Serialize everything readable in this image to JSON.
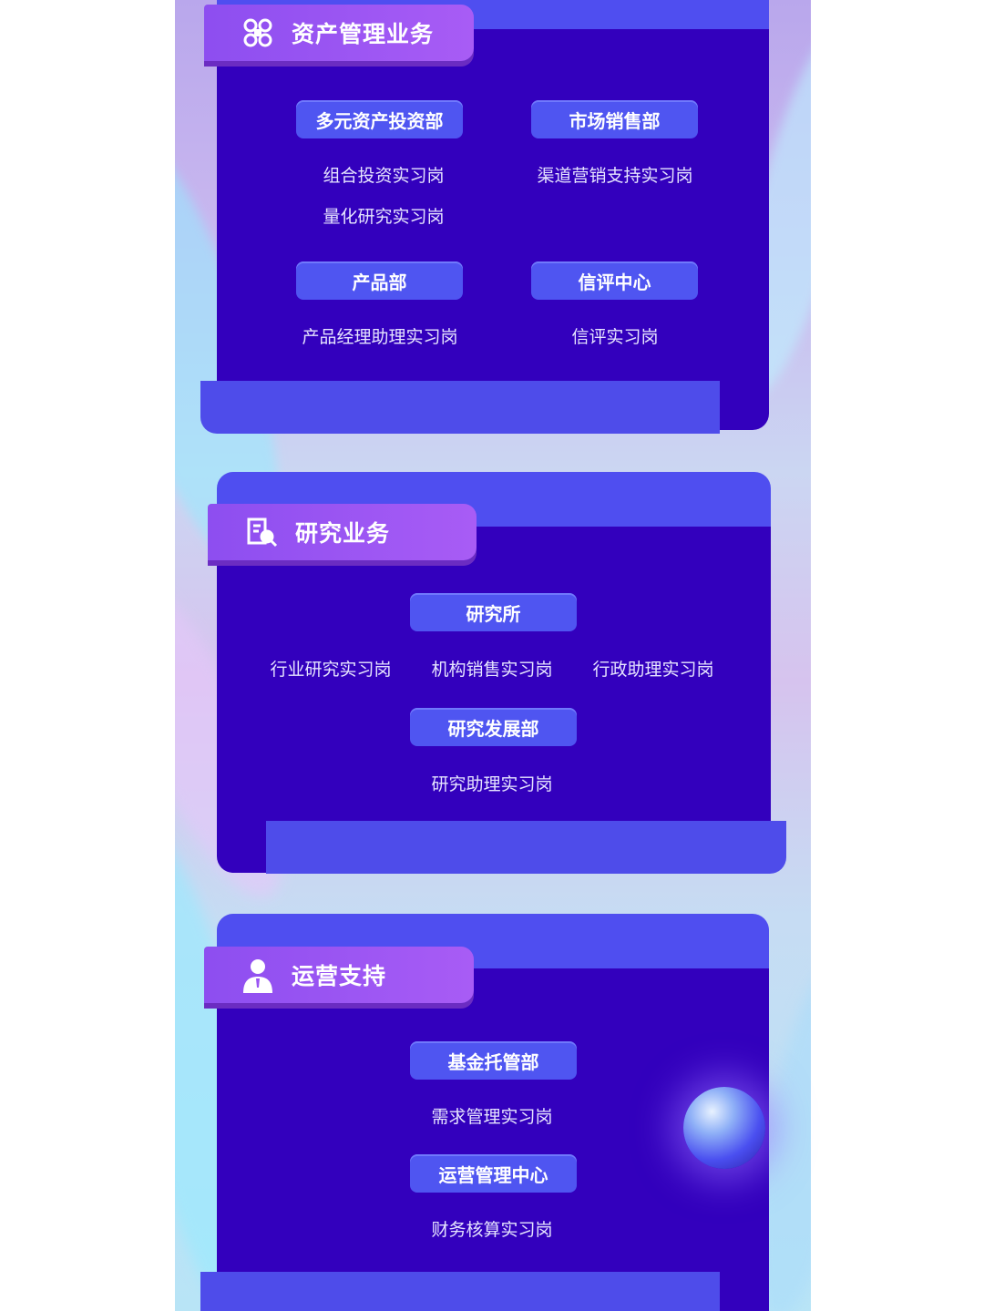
{
  "sections": [
    {
      "title": "资产管理业务",
      "icon": "grid-command-icon",
      "departments": [
        {
          "name": "多元资产投资部",
          "jobs": [
            "组合投资实习岗",
            "量化研究实习岗"
          ]
        },
        {
          "name": "市场销售部",
          "jobs": [
            "渠道营销支持实习岗"
          ]
        },
        {
          "name": "产品部",
          "jobs": [
            "产品经理助理实习岗"
          ]
        },
        {
          "name": "信评中心",
          "jobs": [
            "信评实习岗"
          ]
        }
      ]
    },
    {
      "title": "研究业务",
      "icon": "document-search-icon",
      "departments": [
        {
          "name": "研究所",
          "jobs": [
            "行业研究实习岗",
            "机构销售实习岗",
            "行政助理实习岗"
          ]
        },
        {
          "name": "研究发展部",
          "jobs": [
            "研究助理实习岗"
          ]
        }
      ]
    },
    {
      "title": "运营支持",
      "icon": "person-icon",
      "departments": [
        {
          "name": "基金托管部",
          "jobs": [
            "需求管理实习岗"
          ]
        },
        {
          "name": "运营管理中心",
          "jobs": [
            "财务核算实习岗"
          ]
        }
      ]
    }
  ],
  "colors": {
    "panel": "#3300bd",
    "tab": "#4f4ef0",
    "header": "#9a55f3",
    "department_button": "#4f55f1"
  }
}
